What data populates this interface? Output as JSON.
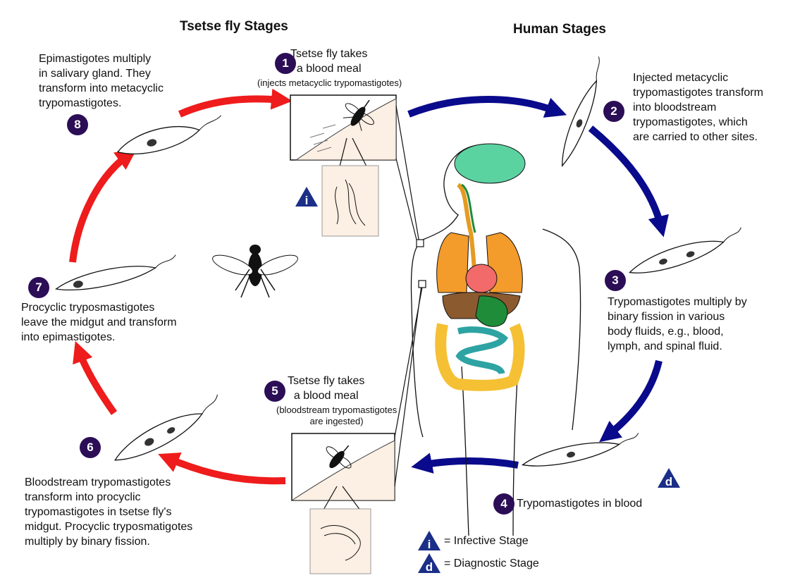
{
  "headings": {
    "tsetse": "Tsetse fly Stages",
    "human": "Human Stages"
  },
  "stages": [
    {
      "num": "1",
      "title": "Tsetse fly takes\na blood meal",
      "note": "(injects metacyclic trypomastigotes)"
    },
    {
      "num": "2",
      "text": "Injected metacyclic\ntrypomastigotes transform\ninto bloodstream\ntrypomastigotes, which\nare carried to other sites."
    },
    {
      "num": "3",
      "text": "Trypomastigotes multiply by\nbinary fission in various\nbody fluids, e.g., blood,\nlymph, and spinal fluid."
    },
    {
      "num": "4",
      "text": "Trypomastigotes in blood"
    },
    {
      "num": "5",
      "title": "Tsetse fly takes\na blood meal",
      "note": "(bloodstream trypomastigotes\nare ingested)"
    },
    {
      "num": "6",
      "text": "Bloodstream trypomastigotes\ntransform into procyclic\ntrypomastigotes in tsetse fly's\nmidgut. Procyclic tryposmatigotes\nmultiply by binary fission."
    },
    {
      "num": "7",
      "text": "Procyclic tryposmastigotes\nleave the midgut and transform\ninto epimastigotes."
    },
    {
      "num": "8",
      "text": "Epimastigotes multiply\nin salivary gland. They\ntransform into metacyclic\ntrypomastigotes."
    }
  ],
  "markers": {
    "infective": "i",
    "diagnostic": "d"
  },
  "legend": {
    "infective": "= Infective Stage",
    "diagnostic": "= Diagnostic Stage"
  },
  "colors": {
    "tsetse_arrow": "#ee1c1c",
    "human_arrow": "#0a0a8c",
    "badge": "#2b0e56",
    "skin": "#fcefe3"
  }
}
